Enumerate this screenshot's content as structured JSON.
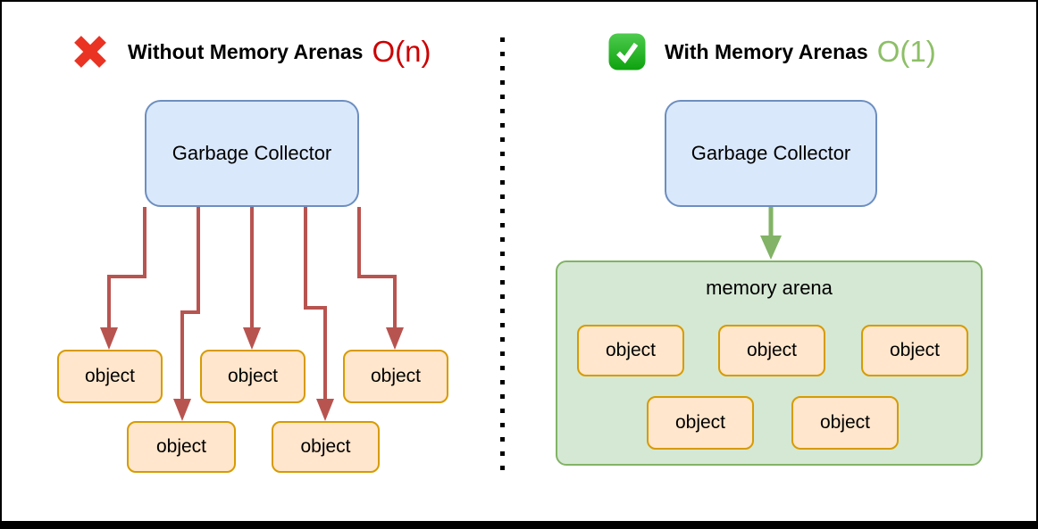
{
  "panels": {
    "left": {
      "header": {
        "icon": "cross-mark-icon",
        "title": "Without Memory Arenas",
        "complexity": "O(n)",
        "complexity_color": "#cc0000"
      },
      "collector_label": "Garbage Collector",
      "objects": [
        "object",
        "object",
        "object",
        "object",
        "object"
      ]
    },
    "right": {
      "header": {
        "icon": "check-mark-icon",
        "title": "With Memory Arenas",
        "complexity": "O(1)",
        "complexity_color": "#8dbf67"
      },
      "collector_label": "Garbage Collector",
      "arena_label": "memory arena",
      "objects": [
        "object",
        "object",
        "object",
        "object",
        "object"
      ]
    }
  },
  "colors": {
    "collector_fill": "#dae8fc",
    "collector_border": "#6c8ebf",
    "object_fill": "#ffe6cc",
    "object_border": "#d79b00",
    "arena_fill": "#d5e8d4",
    "arena_border": "#82b366",
    "arrow_left": "#b85450",
    "arrow_right": "#82b366",
    "cross_red": "#ea3323",
    "check_green": "#21b021",
    "divider": "#000000",
    "frame": "#000000"
  }
}
